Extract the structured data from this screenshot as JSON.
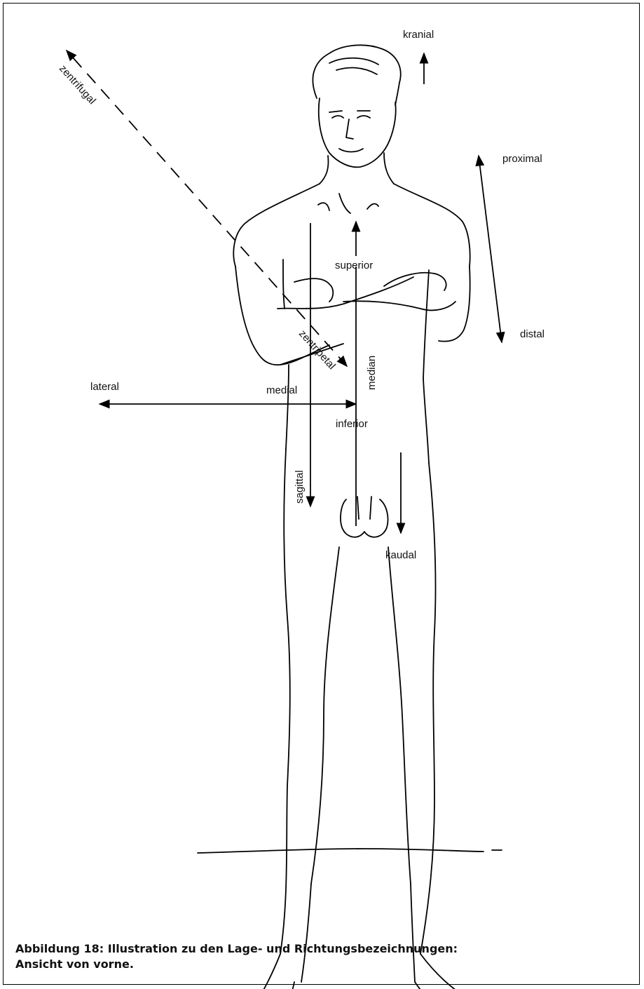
{
  "figure": {
    "labels": {
      "kranial": "kranial",
      "proximal": "proximal",
      "distal": "distal",
      "superior": "superior",
      "inferior": "inferior",
      "lateral": "lateral",
      "medial": "medial",
      "median": "median",
      "sagittal": "sagittal",
      "kaudal": "kaudal",
      "zentrifugal": "zentrifugal",
      "zentripetal": "zentripetal"
    }
  },
  "caption": {
    "line1": "Abbildung 18: Illustration zu den Lage- und Richtungsbezeichnungen:",
    "line2": "Ansicht von vorne."
  }
}
